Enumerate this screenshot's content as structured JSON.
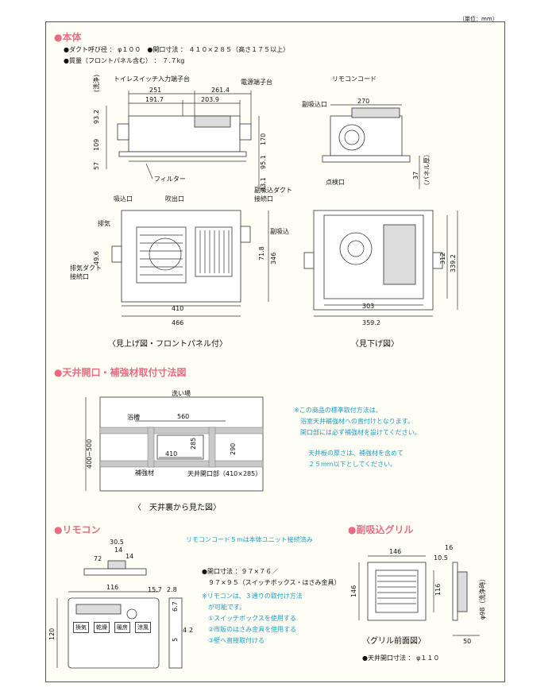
{
  "unit": "（単位：mm）",
  "honntai": {
    "title": "●本体",
    "spec1": "●ダクト呼び径 ： φ１００　●開口寸法 ： ４１０×２８５（高さ１７５以上）",
    "spec2": "●質量（フロントパネル含む） ： ７.７kg",
    "labels": {
      "toilet_switch": "トイレスイッチ入力端子台",
      "power_terminal": "電源端子台",
      "remote_cord": "リモコンコード",
      "sub_inlet": "副吸込口",
      "filter": "フィルター",
      "inspection": "点検口",
      "panel_thickness": "（パネル厚）",
      "suction": "吸込口",
      "outlet": "吹出口",
      "sub_duct": "副吸込ダクト",
      "sub_duct2": "接続口",
      "exhaust": "排気",
      "exhaust_duct": "排気ダクト",
      "exhaust_duct2": "接続口",
      "sub_suction": "副吸込",
      "cross_min": "(洗浄)"
    },
    "dims": {
      "d251": "251",
      "d2614": "261.4",
      "d1917": "191.7",
      "d2039": "203.9",
      "d932": "93.2",
      "d109": "109",
      "d57": "57",
      "d170": "170",
      "d951": "95.1",
      "d431": "43.1",
      "d270": "270",
      "d37": "37",
      "d410": "410",
      "d466": "466",
      "d496": "49.6",
      "d718": "71.8",
      "d346": "346",
      "d303": "303",
      "d3592": "359.2",
      "d312": "312",
      "d3392": "339.2"
    },
    "cap_left": "〈見上げ図・フロントパネル付〉",
    "cap_right": "〈見下げ図〉"
  },
  "kaiko": {
    "title": "●天井開口・補強材取付寸法図",
    "wash": "洗い場",
    "tub": "浴槽",
    "reinforce": "補強材",
    "opening": "天井開口部（410×285）",
    "d560": "560",
    "d410": "410",
    "d285": "285",
    "d290": "290",
    "d400500": "400~500",
    "note1": "※この商品の標準取付方法は、\n　浴室天井補強材への直付けとなります。\n　開口部には必ず補強材を設けてください。",
    "note2": "天井板の厚さは、補強材を含めて\n２５mm以下としてください。",
    "cap": "〈　天井裏から見た図〉"
  },
  "remocon": {
    "title": "●リモコン",
    "cord_note": "リモコンコード５mは本体ユニット接続済み",
    "spec1": "●開口寸法 ：９７×７６／",
    "spec2": "９７×９５（スイッチボックス・はさみ金具）",
    "note": "※リモコンは、３通りの取付け方法\n　が可能です。\n　①スイッチボックスを使用する\n　②市販のはさみ金具を使用する\n　③壁へ直接取付ける",
    "d305": "30.5",
    "d14": "14",
    "d72": "72",
    "d14b": "14",
    "d116": "116",
    "d120": "120",
    "d157": "15.7",
    "d28": "2.8",
    "d67": "6.7",
    "d4": "4",
    "d2": "2",
    "d5": "5",
    "btn_labels": [
      "換気",
      "乾燥",
      "暖房",
      "涼風"
    ]
  },
  "grille": {
    "title": "●副吸込グリル",
    "d146": "146",
    "d146v": "146",
    "d116": "116",
    "d16": "16",
    "d105": "10.5",
    "d98": "φ98（洗浄時）",
    "d50": "50",
    "cap": "〈グリル前面図〉",
    "spec": "●天井開口寸法 ： φ１１０"
  }
}
